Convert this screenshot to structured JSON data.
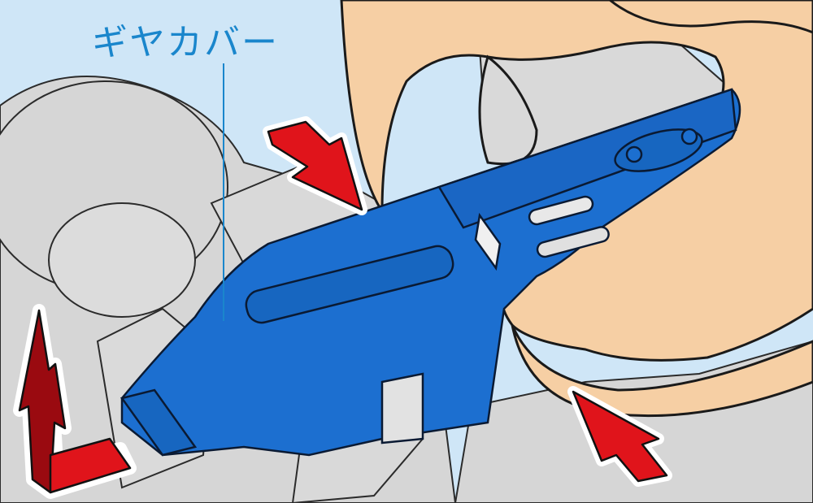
{
  "illustration": {
    "callout_label": "ギヤカバー",
    "subject": "gear cover removal instruction",
    "colors": {
      "background": "#cfe6f7",
      "chassis_gray": "#d6d6d6",
      "line": "#2b2b2b",
      "part_blue": "#1c6fd0",
      "skin": "#f6cfa4",
      "arrow_red": "#e0141b",
      "arrow_dark_red": "#9a0a10",
      "label_blue": "#1a86cc"
    },
    "arrows": [
      {
        "name": "press-down-arrow",
        "direction": "down-right"
      },
      {
        "name": "push-up-arrow",
        "direction": "up-left"
      },
      {
        "name": "lift-l-arrow",
        "direction": "up"
      }
    ]
  }
}
